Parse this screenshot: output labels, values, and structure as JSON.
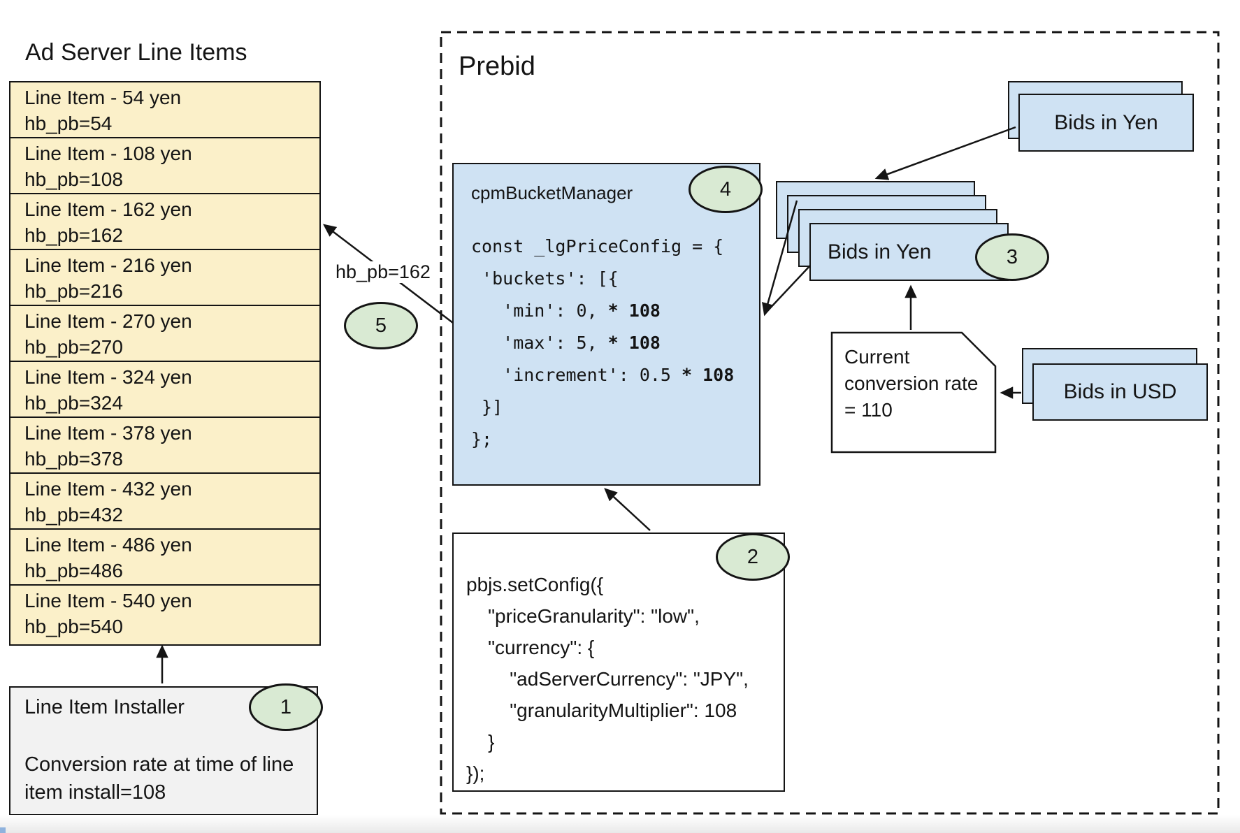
{
  "colors": {
    "card_blue": "#cfe2f3",
    "line_item_yellow": "#fbf0c9",
    "badge_green": "#d9ead3",
    "installer_gray": "#f2f2f2",
    "stroke": "#141414"
  },
  "ad_server": {
    "title": "Ad Server Line Items",
    "line_items": [
      {
        "label": "Line Item - 54 yen",
        "hb": "hb_pb=54"
      },
      {
        "label": "Line Item - 108 yen",
        "hb": "hb_pb=108"
      },
      {
        "label": "Line Item - 162 yen",
        "hb": "hb_pb=162"
      },
      {
        "label": "Line Item - 216 yen",
        "hb": "hb_pb=216"
      },
      {
        "label": "Line Item - 270 yen",
        "hb": "hb_pb=270"
      },
      {
        "label": "Line Item - 324 yen",
        "hb": "hb_pb=324"
      },
      {
        "label": "Line Item - 378 yen",
        "hb": "hb_pb=378"
      },
      {
        "label": "Line Item - 432 yen",
        "hb": "hb_pb=432"
      },
      {
        "label": "Line Item - 486 yen",
        "hb": "hb_pb=486"
      },
      {
        "label": "Line Item - 540 yen",
        "hb": "hb_pb=540"
      }
    ],
    "installer": {
      "title": "Line Item Installer",
      "badge": "1",
      "note": "Conversion rate at time of line item install=108"
    }
  },
  "prebid": {
    "title": "Prebid",
    "bucket_manager": {
      "title": "cpmBucketManager",
      "badge": "4",
      "code": [
        {
          "t": "const _lgPriceConfig = {",
          "b": ""
        },
        {
          "t": " 'buckets': [{",
          "b": ""
        },
        {
          "t": "   'min': 0, ",
          "b": "* 108"
        },
        {
          "t": "   'max': 5, ",
          "b": "* 108"
        },
        {
          "t": "   'increment': 0.5 ",
          "b": "* 108"
        },
        {
          "t": " }]",
          "b": ""
        },
        {
          "t": "};",
          "b": ""
        }
      ]
    },
    "set_config": {
      "badge": "2",
      "code": [
        "pbjs.setConfig({",
        "    \"priceGranularity\": \"low\",",
        "    \"currency\": {",
        "        \"adServerCurrency\": \"JPY\",",
        "        \"granularityMultiplier\": 108",
        "    }",
        "});"
      ]
    },
    "bids_in_yen_incoming": {
      "label": "Bids in Yen"
    },
    "bids_in_yen_converted": {
      "label": "Bids in Yen",
      "badge": "3"
    },
    "bids_in_usd": {
      "label": "Bids in USD"
    },
    "conversion_note": {
      "text": "Current conversion rate = 110"
    },
    "arrow_label": "hb_pb=162",
    "badge_5": "5"
  }
}
